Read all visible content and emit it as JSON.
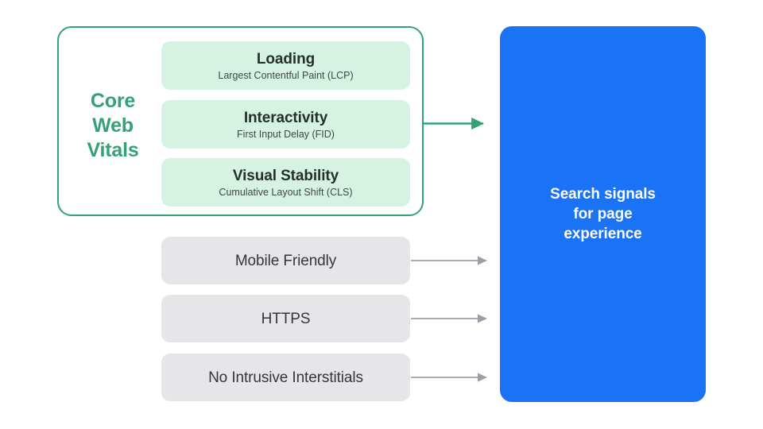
{
  "diagram": {
    "title": "Search signals for page experience",
    "colors": {
      "core_web_vitals_green": "#34A276",
      "vital_card_mint": "#D6F2E2",
      "gray_box": "#E6E6E8",
      "blue_box": "#1A73F5",
      "gray_arrow": "#9AA0A6",
      "green_arrow": "#34A276",
      "background": "#FFFFFF"
    }
  },
  "core_web_vitals": {
    "label_lines": [
      "Core",
      "Web",
      "Vitals"
    ],
    "label_text": "Core Web Vitals",
    "cards": [
      {
        "title": "Loading",
        "subtitle": "Largest Contentful Paint (LCP)",
        "metric_abbr": "LCP"
      },
      {
        "title": "Interactivity",
        "subtitle": "First Input Delay (FID)",
        "metric_abbr": "FID"
      },
      {
        "title": "Visual Stability",
        "subtitle": "Cumulative Layout Shift (CLS)",
        "metric_abbr": "CLS"
      }
    ]
  },
  "other_signals": [
    {
      "label": "Mobile Friendly"
    },
    {
      "label": "HTTPS"
    },
    {
      "label": "No Intrusive Interstitials"
    }
  ],
  "destination": {
    "lines": [
      "Search signals",
      "for page",
      "experience"
    ],
    "text": "Search signals for page experience"
  }
}
